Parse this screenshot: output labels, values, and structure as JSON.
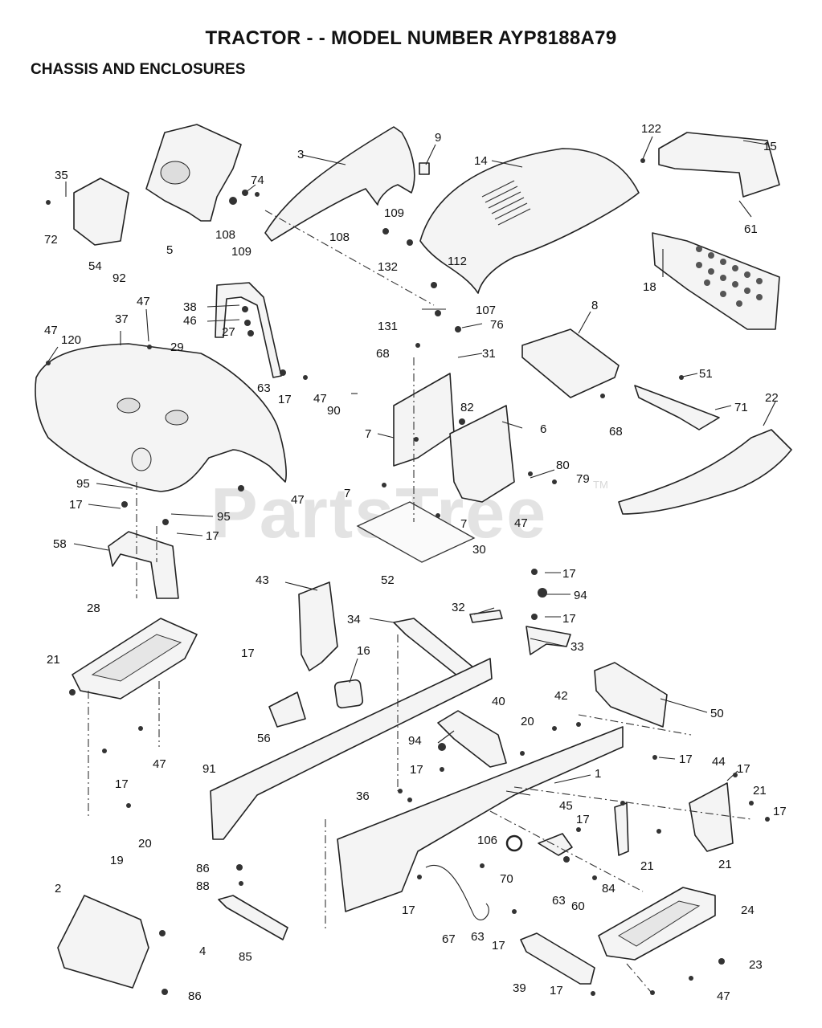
{
  "header": {
    "title": "TRACTOR - - MODEL NUMBER AYP8188A79",
    "section": "CHASSIS AND ENCLOSURES"
  },
  "watermark": {
    "text": "PartsTree",
    "mark": "TM"
  },
  "callouts": [
    {
      "id": "c-9",
      "label": "9"
    },
    {
      "id": "c-3",
      "label": "3"
    },
    {
      "id": "c-14",
      "label": "14"
    },
    {
      "id": "c-122",
      "label": "122"
    },
    {
      "id": "c-15",
      "label": "15"
    },
    {
      "id": "c-35",
      "label": "35"
    },
    {
      "id": "c-74",
      "label": "74"
    },
    {
      "id": "c-72",
      "label": "72"
    },
    {
      "id": "c-54",
      "label": "54"
    },
    {
      "id": "c-92",
      "label": "92"
    },
    {
      "id": "c-5",
      "label": "5"
    },
    {
      "id": "c-108a",
      "label": "108"
    },
    {
      "id": "c-109a",
      "label": "109"
    },
    {
      "id": "c-109b",
      "label": "109"
    },
    {
      "id": "c-108b",
      "label": "108"
    },
    {
      "id": "c-132",
      "label": "132"
    },
    {
      "id": "c-112",
      "label": "112"
    },
    {
      "id": "c-61",
      "label": "61"
    },
    {
      "id": "c-18",
      "label": "18"
    },
    {
      "id": "c-47a",
      "label": "47"
    },
    {
      "id": "c-38",
      "label": "38"
    },
    {
      "id": "c-46",
      "label": "46"
    },
    {
      "id": "c-29",
      "label": "29"
    },
    {
      "id": "c-27",
      "label": "27"
    },
    {
      "id": "c-47b",
      "label": "47"
    },
    {
      "id": "c-120",
      "label": "120"
    },
    {
      "id": "c-37",
      "label": "37"
    },
    {
      "id": "c-131",
      "label": "131"
    },
    {
      "id": "c-107",
      "label": "107"
    },
    {
      "id": "c-76",
      "label": "76"
    },
    {
      "id": "c-8",
      "label": "8"
    },
    {
      "id": "c-68a",
      "label": "68"
    },
    {
      "id": "c-31",
      "label": "31"
    },
    {
      "id": "c-63a",
      "label": "63"
    },
    {
      "id": "c-17a",
      "label": "17"
    },
    {
      "id": "c-47c",
      "label": "47"
    },
    {
      "id": "c-90",
      "label": "90"
    },
    {
      "id": "c-82",
      "label": "82"
    },
    {
      "id": "c-6",
      "label": "6"
    },
    {
      "id": "c-68b",
      "label": "68"
    },
    {
      "id": "c-51",
      "label": "51"
    },
    {
      "id": "c-71",
      "label": "71"
    },
    {
      "id": "c-22",
      "label": "22"
    },
    {
      "id": "c-7a",
      "label": "7"
    },
    {
      "id": "c-80",
      "label": "80"
    },
    {
      "id": "c-79",
      "label": "79"
    },
    {
      "id": "c-95a",
      "label": "95"
    },
    {
      "id": "c-7b",
      "label": "7"
    },
    {
      "id": "c-47d",
      "label": "47"
    },
    {
      "id": "c-17b",
      "label": "17"
    },
    {
      "id": "c-95b",
      "label": "95"
    },
    {
      "id": "c-7c",
      "label": "7"
    },
    {
      "id": "c-47e",
      "label": "47"
    },
    {
      "id": "c-17c",
      "label": "17"
    },
    {
      "id": "c-58",
      "label": "58"
    },
    {
      "id": "c-30",
      "label": "30"
    },
    {
      "id": "c-43",
      "label": "43"
    },
    {
      "id": "c-52",
      "label": "52"
    },
    {
      "id": "c-17d",
      "label": "17"
    },
    {
      "id": "c-94a",
      "label": "94"
    },
    {
      "id": "c-32",
      "label": "32"
    },
    {
      "id": "c-34",
      "label": "34"
    },
    {
      "id": "c-17e",
      "label": "17"
    },
    {
      "id": "c-28",
      "label": "28"
    },
    {
      "id": "c-33",
      "label": "33"
    },
    {
      "id": "c-21a",
      "label": "21"
    },
    {
      "id": "c-16",
      "label": "16"
    },
    {
      "id": "c-17f",
      "label": "17"
    },
    {
      "id": "c-50",
      "label": "50"
    },
    {
      "id": "c-40",
      "label": "40"
    },
    {
      "id": "c-42",
      "label": "42"
    },
    {
      "id": "c-20a",
      "label": "20"
    },
    {
      "id": "c-56",
      "label": "56"
    },
    {
      "id": "c-94b",
      "label": "94"
    },
    {
      "id": "c-17g",
      "label": "17"
    },
    {
      "id": "c-44",
      "label": "44"
    },
    {
      "id": "c-47f",
      "label": "47"
    },
    {
      "id": "c-91",
      "label": "91"
    },
    {
      "id": "c-17h",
      "label": "17"
    },
    {
      "id": "c-1",
      "label": "1"
    },
    {
      "id": "c-17i",
      "label": "17"
    },
    {
      "id": "c-17j",
      "label": "17"
    },
    {
      "id": "c-21b",
      "label": "21"
    },
    {
      "id": "c-36",
      "label": "36"
    },
    {
      "id": "c-17k",
      "label": "17"
    },
    {
      "id": "c-45",
      "label": "45"
    },
    {
      "id": "c-17l",
      "label": "17"
    },
    {
      "id": "c-20b",
      "label": "20"
    },
    {
      "id": "c-21c",
      "label": "21"
    },
    {
      "id": "c-21d",
      "label": "21"
    },
    {
      "id": "c-19",
      "label": "19"
    },
    {
      "id": "c-106",
      "label": "106"
    },
    {
      "id": "c-70",
      "label": "70"
    },
    {
      "id": "c-84",
      "label": "84"
    },
    {
      "id": "c-86a",
      "label": "86"
    },
    {
      "id": "c-88",
      "label": "88"
    },
    {
      "id": "c-63b",
      "label": "63"
    },
    {
      "id": "c-60",
      "label": "60"
    },
    {
      "id": "c-2",
      "label": "2"
    },
    {
      "id": "c-17m",
      "label": "17"
    },
    {
      "id": "c-24",
      "label": "24"
    },
    {
      "id": "c-4",
      "label": "4"
    },
    {
      "id": "c-67",
      "label": "67"
    },
    {
      "id": "c-63c",
      "label": "63"
    },
    {
      "id": "c-17n",
      "label": "17"
    },
    {
      "id": "c-85",
      "label": "85"
    },
    {
      "id": "c-23",
      "label": "23"
    },
    {
      "id": "c-39",
      "label": "39"
    },
    {
      "id": "c-17o",
      "label": "17"
    },
    {
      "id": "c-47g",
      "label": "47"
    },
    {
      "id": "c-86b",
      "label": "86"
    }
  ]
}
